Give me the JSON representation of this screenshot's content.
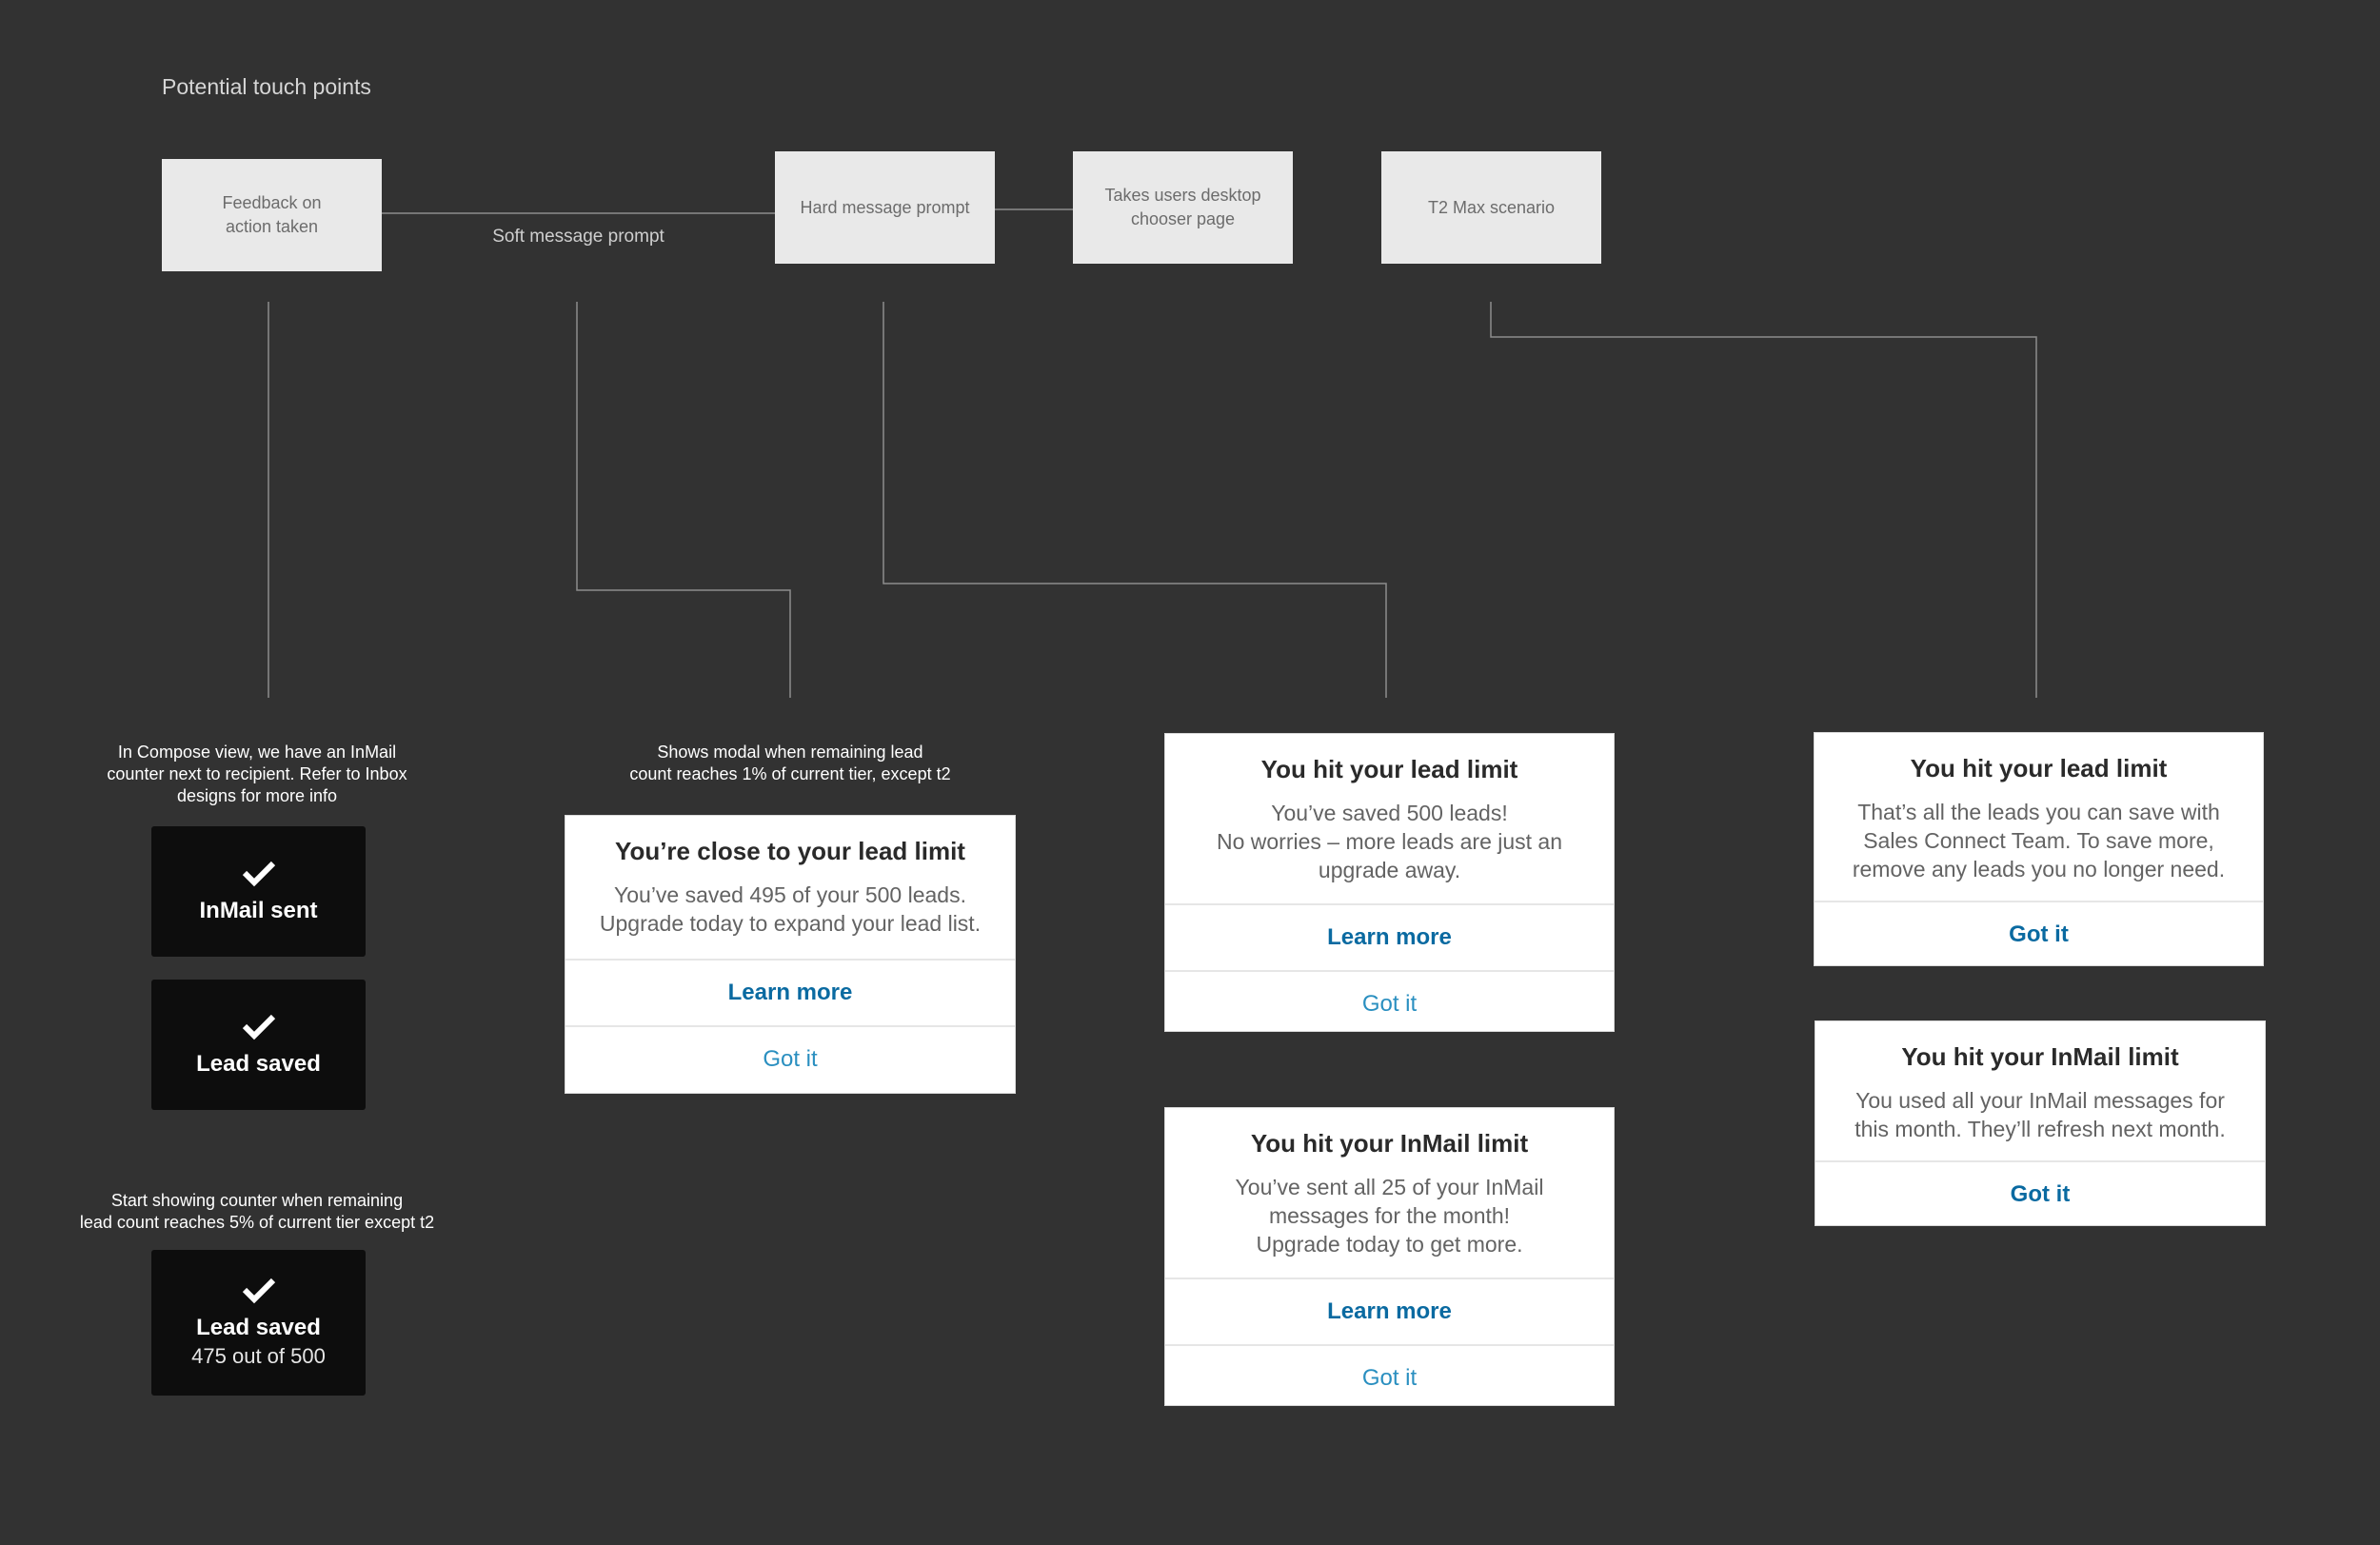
{
  "title": "Potential touch points",
  "flow": {
    "feedback": "Feedback on\naction taken",
    "soft": "Soft message prompt",
    "hard": "Hard message prompt",
    "chooser": "Takes users desktop\nchooser page",
    "t2max": "T2 Max scenario"
  },
  "notes": {
    "compose": "In Compose view, we have an InMail\ncounter next to recipient. Refer to Inbox\ndesigns for more info",
    "modal_trigger": "Shows modal when remaining lead\ncount reaches 1% of current tier, except t2",
    "counter": "Start showing counter when remaining\nlead count reaches 5% of current tier except t2"
  },
  "toasts": {
    "inmail_sent": "InMail sent",
    "lead_saved": "Lead saved",
    "lead_saved_counter_title": "Lead saved",
    "lead_saved_counter_sub": "475 out of 500"
  },
  "modals": {
    "close": {
      "title": "You’re close to your lead limit",
      "body": "You’ve saved 495 of your 500 leads.\nUpgrade today to expand your lead list.",
      "primary": "Learn more",
      "secondary": "Got it"
    },
    "hit_lead": {
      "title": "You hit your lead limit",
      "body": "You’ve saved 500 leads!\nNo worries – more leads are just an\nupgrade away.",
      "primary": "Learn more",
      "secondary": "Got it"
    },
    "hit_inmail": {
      "title": "You hit your InMail limit",
      "body": "You’ve sent all 25 of your InMail\nmessages for the month!\nUpgrade today to get more.",
      "primary": "Learn more",
      "secondary": "Got it"
    },
    "t2_lead": {
      "title": "You hit your lead limit",
      "body": "That’s all the leads you can save with\nSales Connect Team. To save more,\nremove any leads you no longer need.",
      "primary": "Got it"
    },
    "t2_inmail": {
      "title": "You hit your InMail limit",
      "body": "You used all your InMail messages for\nthis month. They’ll refresh next month.",
      "primary": "Got it"
    }
  },
  "colors": {
    "background": "#323232",
    "link": "#0a76a8",
    "toast": "#0d0d0d",
    "flow_box": "#e9e9e9"
  }
}
